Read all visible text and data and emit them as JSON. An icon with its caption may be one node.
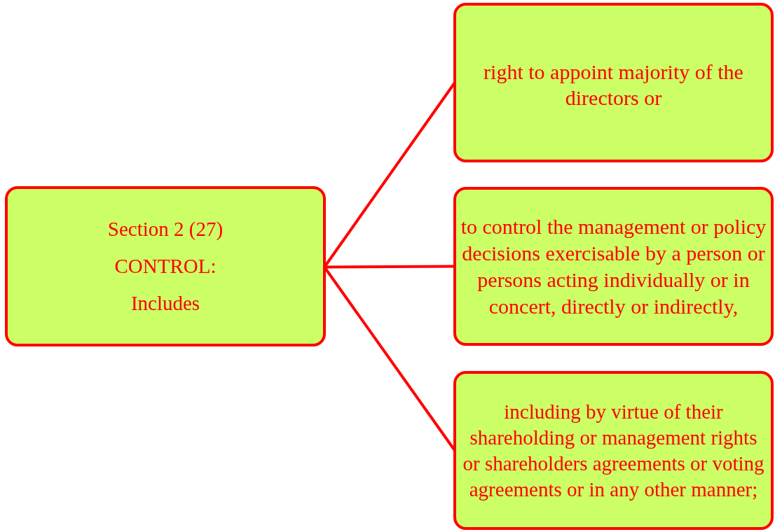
{
  "diagram": {
    "nodes": [
      {
        "text": [
          "Section 2 (27)",
          "CONTROL:",
          "Includes"
        ]
      },
      {
        "text": [
          "right to appoint majority of the directors or"
        ]
      },
      {
        "text": [
          "to control the management or policy decisions exercisable by a person or persons acting individually or in concert, directly or indirectly,"
        ]
      },
      {
        "text": [
          "including by virtue of their shareholding or management rights or shareholders agreements or voting agreements or in any other manner;"
        ]
      }
    ],
    "edges": [
      {
        "from": 0,
        "to": 1,
        "arrow": "none"
      },
      {
        "from": 0,
        "to": 2,
        "arrow": "none"
      },
      {
        "from": 0,
        "to": 3,
        "arrow": "none"
      }
    ]
  }
}
